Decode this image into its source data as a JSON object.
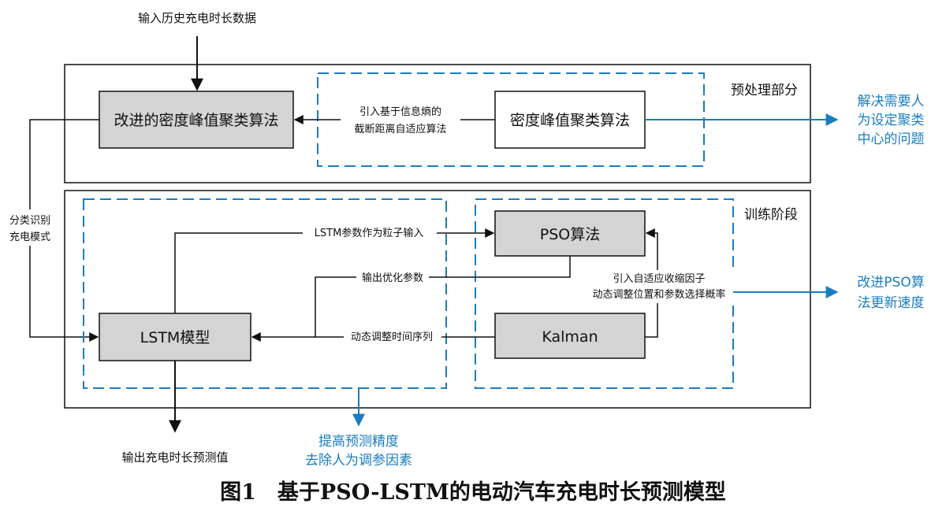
{
  "input_label": "输入历史充电时长数据",
  "output_label": "输出充电时长预测值",
  "preprocess": {
    "section_label": "预处理部分",
    "improved_dpc_box": "改进的密度峰值聚类算法",
    "dpc_box": "密度峰值聚类算法",
    "arrow_note_line1": "引入基于信息熵的",
    "arrow_note_line2": "截断距离自适应算法",
    "benefit_line1": "解决需要人",
    "benefit_line2": "为设定聚类",
    "benefit_line3": "中心的问题"
  },
  "side_label": {
    "line1": "分类识别",
    "line2": "充电模式"
  },
  "training": {
    "section_label": "训练阶段",
    "lstm_box": "LSTM模型",
    "pso_box": "PSO算法",
    "kalman_box": "Kalman",
    "lstm_to_pso_label": "LSTM参数作为粒子输入",
    "pso_output_label": "输出优化参数",
    "kalman_to_lstm_label": "动态调整时间序列",
    "pso_note_line1": "引入自适应收缩因子",
    "pso_note_line2": "动态调整位置和参数选择概率",
    "pso_benefit_line1": "改进PSO算",
    "pso_benefit_line2": "法更新速度",
    "lstm_benefit_line1": "提高预测精度",
    "lstm_benefit_line2": "去除人为调参因素"
  },
  "caption": "图1　基于PSO-LSTM的电动汽车充电时长预测模型",
  "colors": {
    "box_fill": "#d4d4d4",
    "accent_blue": "#1a7dc0",
    "line": "#111111"
  }
}
